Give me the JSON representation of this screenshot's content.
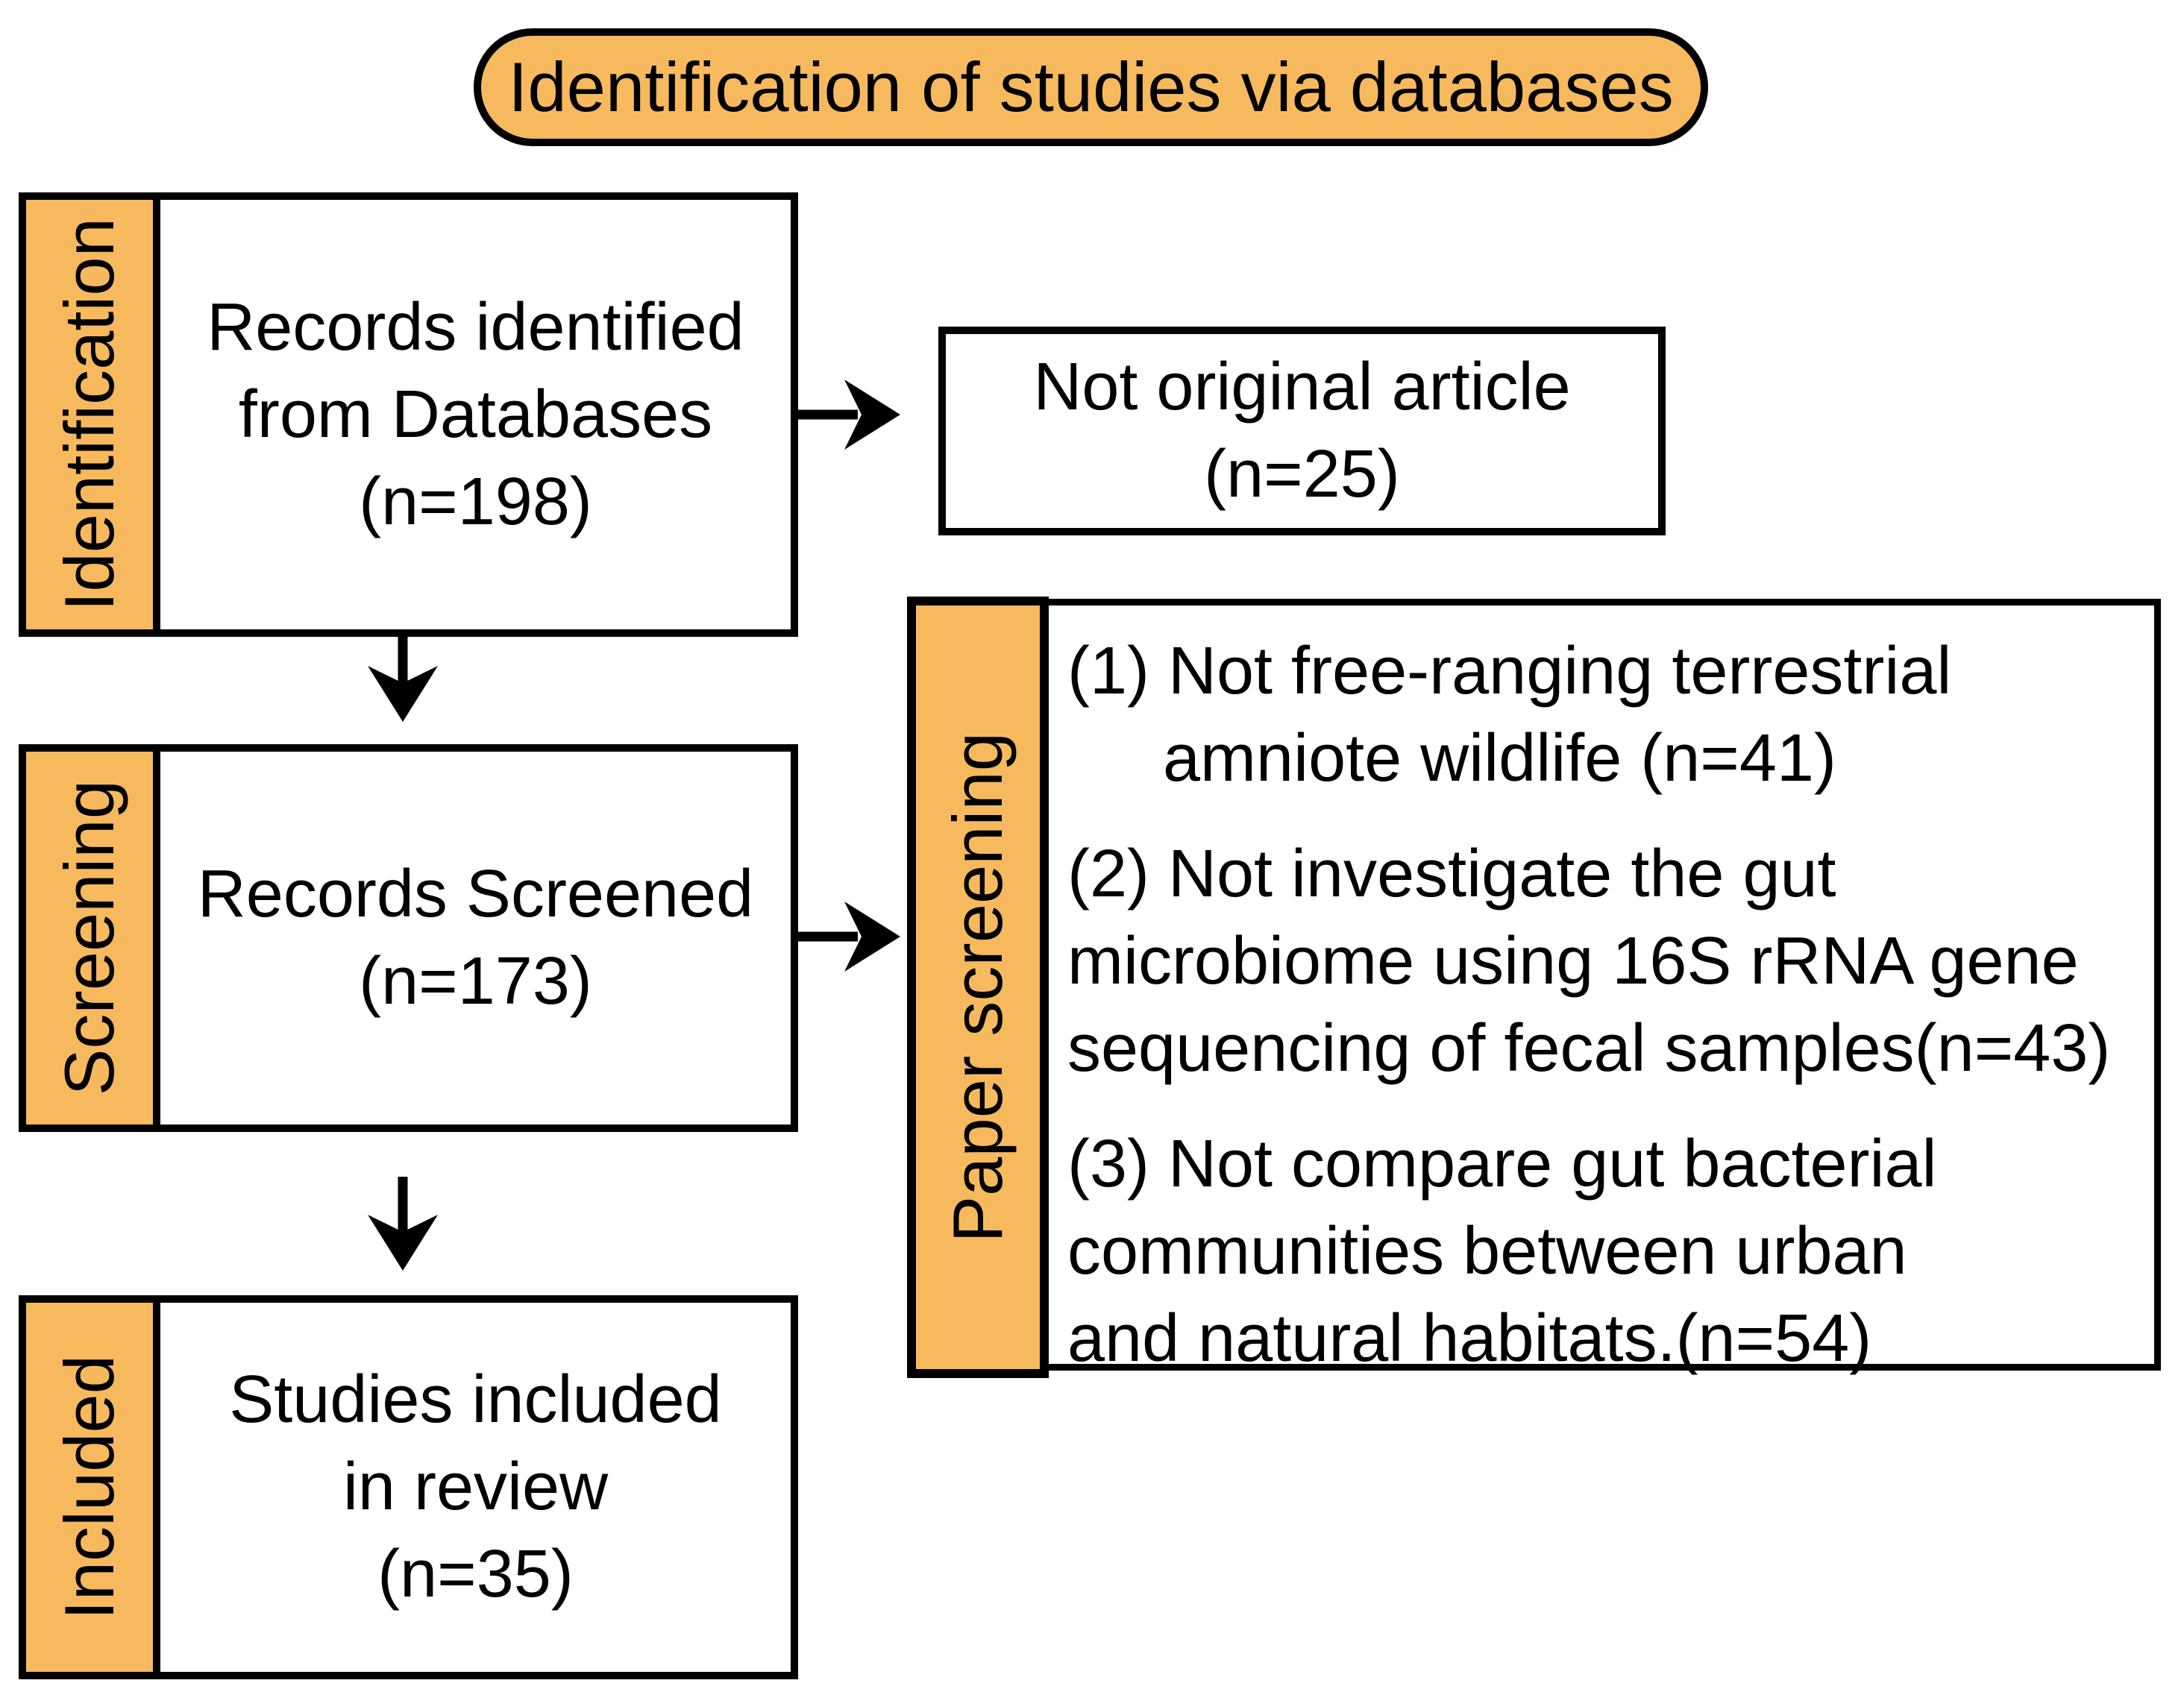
{
  "title": "Identification of studies via databases",
  "colors": {
    "accent_orange": "#F7B95E",
    "outline_black": "#000000",
    "box_background": "#FFFFFF"
  },
  "stages": {
    "identification": {
      "label": "Identification",
      "lines": [
        "Records identified",
        "from Databases",
        "(n=198)"
      ]
    },
    "screening": {
      "label": "Screening",
      "lines": [
        "Records Screened",
        "(n=173)"
      ]
    },
    "included": {
      "label": "Included",
      "lines": [
        "Studies included",
        "in review",
        "(n=35)"
      ]
    }
  },
  "exclusions": {
    "not_original": {
      "lines": [
        "Not original article",
        "(n=25)"
      ]
    },
    "paper_screening": {
      "label": "Paper screening",
      "items": [
        {
          "lines": [
            "(1) Not free-ranging terrestrial",
            "amniote wildlife (n=41)"
          ]
        },
        {
          "lines": [
            "(2) Not investigate the gut",
            "microbiome using 16S rRNA gene",
            "sequencing of fecal samples(n=43)"
          ]
        },
        {
          "lines": [
            "(3) Not compare gut bacterial",
            "communities between urban",
            "and natural habitats.(n=54)"
          ]
        }
      ]
    }
  }
}
